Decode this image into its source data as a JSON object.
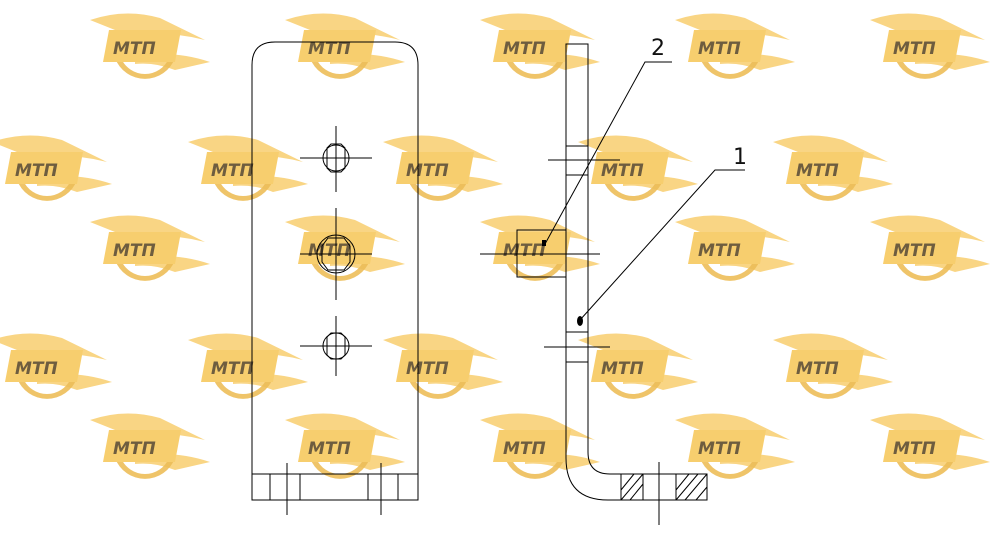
{
  "watermark": {
    "text": "МТП",
    "colors": {
      "fill": "#f6c24a",
      "shadow": "#e8ad2f",
      "text": "#4a3510"
    }
  },
  "drawing": {
    "callouts": [
      {
        "id": "part-1",
        "label": "1"
      },
      {
        "id": "part-2",
        "label": "2"
      }
    ]
  }
}
